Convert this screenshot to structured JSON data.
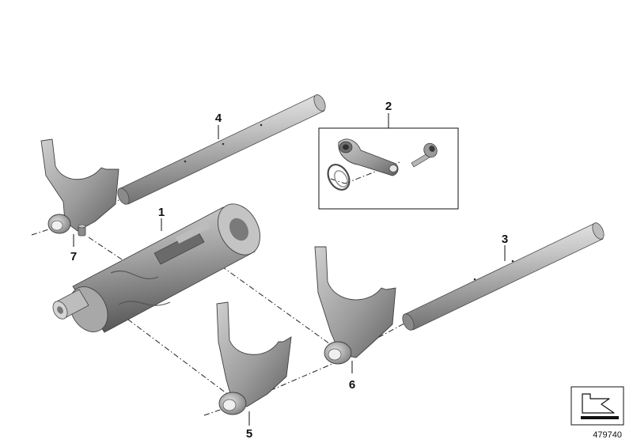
{
  "diagram": {
    "callouts": {
      "c1": "1",
      "c2": "2",
      "c3": "3",
      "c4": "4",
      "c5": "5",
      "c6": "6",
      "c7": "7"
    },
    "reference_number": "479740"
  },
  "colors": {
    "metal_light": "#d2d2d2",
    "metal_mid": "#9a9a9a",
    "metal_dark": "#5e5e5e",
    "line": "#111111"
  },
  "icons": [
    "shift-drum-icon",
    "shift-fork-icon",
    "shift-rod-icon",
    "lever-kit-icon",
    "screw-icon",
    "spring-clip-icon",
    "pin-icon",
    "nav-arrow-icon"
  ]
}
